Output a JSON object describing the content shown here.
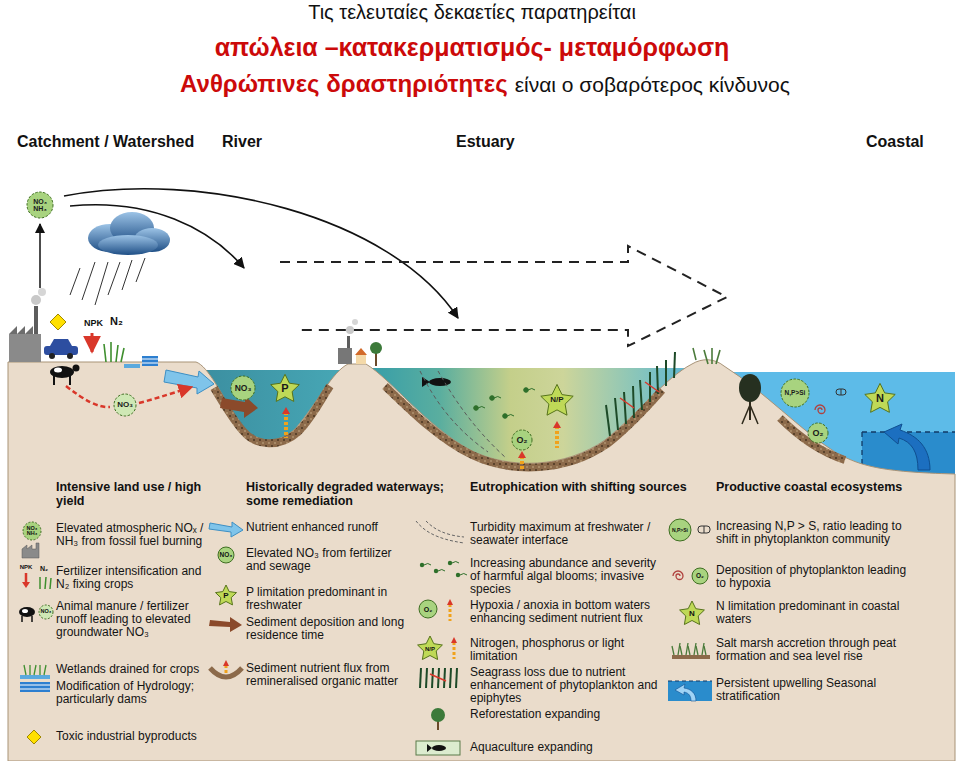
{
  "diagram": {
    "title": "Τις τελευταίες δεκαετίες παρατηρείται",
    "nodes": [
      {
        "text": [
          "NO₃ NH₃"
        ]
      },
      {
        "text": [
          "NO₃"
        ]
      },
      {
        "text": [
          "NO₃"
        ]
      },
      {
        "text": [
          "P"
        ]
      },
      {
        "text": [
          "O₂"
        ]
      },
      {
        "text": [
          "N/P"
        ]
      },
      {
        "text": [
          "N,P>Si"
        ]
      },
      {
        "text": [
          "O₂"
        ]
      },
      {
        "text": [
          "N"
        ]
      }
    ],
    "labels": [
      "απώλεια –κατακερματισμός- μεταμόρφωση",
      "Ανθρώπινες δραστηριότητες",
      "είναι ο σοβαρότερος κίνδυνος",
      "Catchment / Watershed",
      "River",
      "Estuary",
      "Coastal",
      "NPK",
      "N₂",
      "Intensive land use / high yield",
      "Historically degraded waterways; some remediation",
      "Eutrophication with shifting sources",
      "Productive coastal ecosystems",
      "NO₃ NH₃",
      "NPK",
      "N₂",
      "NO₃",
      "NO₃",
      "P",
      "O₂",
      "N/P",
      "N,P>Si",
      "O₂",
      "N"
    ],
    "legend": [
      {
        "text": "Elevated atmospheric NOₓ / NH₃ from fossil fuel burning"
      },
      {
        "text": "Fertilizer intensification and N₂ fixing crops"
      },
      {
        "text": "Animal manure / fertilizer runoff leading to elevated groundwater NO₃"
      },
      {
        "text": "Wetlands drained for crops"
      },
      {
        "text": "Modification of Hydrology; particularly dams"
      },
      {
        "text": "Toxic industrial byproducts"
      },
      {
        "text": "Nutrient enhanced runoff"
      },
      {
        "text": "Elevated NO₃ from fertilizer and sewage"
      },
      {
        "text": "P limitation predominant in freshwater"
      },
      {
        "text": "Sediment deposition and long residence time"
      },
      {
        "text": "Sediment nutrient flux from remineralised organic matter"
      },
      {
        "text": "Turbidity maximum at freshwater / seawater interface"
      },
      {
        "text": "Increasing abundance and severity of harmful algal blooms; invasive species"
      },
      {
        "text": "Hypoxia / anoxia in bottom waters enhancing sediment nutrient flux"
      },
      {
        "text": "Nitrogen, phosphorus or light limitation"
      },
      {
        "text": "Seagrass loss due to nutrient enhancement of phytoplankton and epiphytes"
      },
      {
        "text": "Reforestation expanding"
      },
      {
        "text": "Aquaculture expanding"
      },
      {
        "text": "Increasing N,P > S, ratio leading to shift in phytoplankton community"
      },
      {
        "text": "Deposition of phytoplankton leading to hypoxia"
      },
      {
        "text": "N limitation predominant in coastal waters"
      },
      {
        "text": "Salt marsh accretion through peat formation and sea level rise"
      },
      {
        "text": "Persistent upwelling Seasonal stratification"
      }
    ]
  }
}
